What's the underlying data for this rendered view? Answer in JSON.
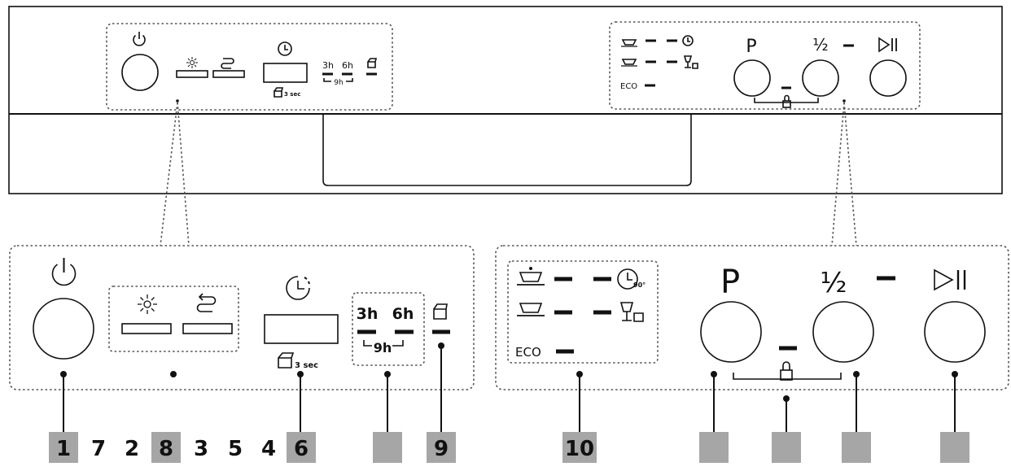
{
  "top_panel": {
    "timer": {
      "hours_3": "3h",
      "hours_6": "6h",
      "hours_9": "9h",
      "hold_note": "3 sec"
    },
    "right": {
      "eco": "ECO",
      "program": "P",
      "half_load": "½"
    }
  },
  "zoom_panel": {
    "timer": {
      "hours_3": "3h",
      "hours_6": "6h",
      "hours_9": "9h",
      "hold_note": "3 sec"
    },
    "program_display": {
      "eco": "ECO",
      "temp_icon_label": "90°"
    },
    "program_button_label": "P",
    "half_load_button_label": "½"
  },
  "callouts": [
    {
      "label": "1",
      "shaded": true
    },
    {
      "label": "7",
      "shaded": false
    },
    {
      "label": "2",
      "shaded": false
    },
    {
      "label": "8",
      "shaded": true
    },
    {
      "label": "3",
      "shaded": false
    },
    {
      "label": "5",
      "shaded": false
    },
    {
      "label": "4",
      "shaded": false
    },
    {
      "label": "6",
      "shaded": true
    },
    {
      "label": "",
      "shaded": true
    },
    {
      "label": "9",
      "shaded": true
    },
    {
      "label": "10",
      "shaded": true
    },
    {
      "label": "",
      "shaded": true
    },
    {
      "label": "",
      "shaded": true
    },
    {
      "label": "",
      "shaded": true
    },
    {
      "label": "",
      "shaded": true
    }
  ],
  "colors": {
    "line": "#111111",
    "dotted": "#555555",
    "callout_box": "#a6a6a6"
  }
}
